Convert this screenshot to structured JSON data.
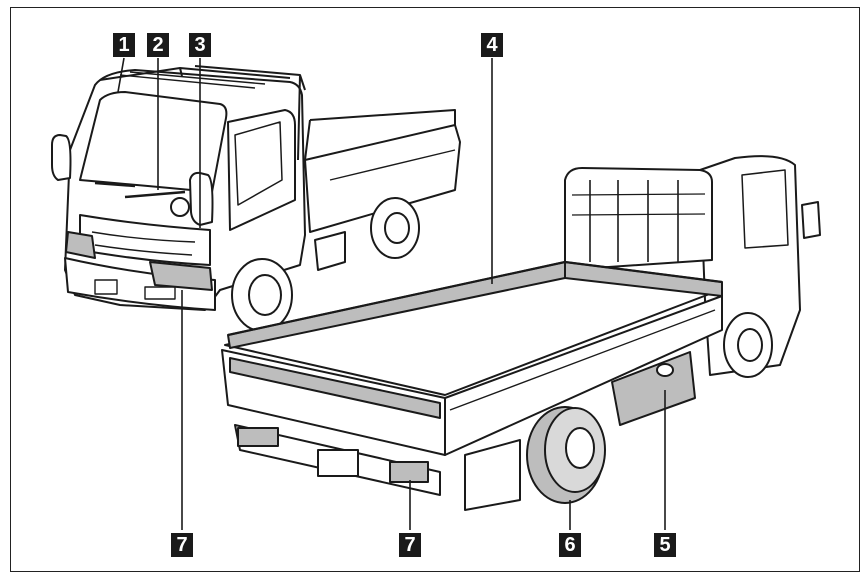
{
  "callouts": {
    "c1": "1",
    "c2": "2",
    "c3": "3",
    "c4": "4",
    "c5": "5",
    "c6": "6",
    "c7a": "7",
    "c7b": "7"
  },
  "colors": {
    "callout_bg": "#1a1a1a",
    "callout_text": "#ffffff",
    "line": "#1a1a1a",
    "shade": "#bdbdbd"
  }
}
